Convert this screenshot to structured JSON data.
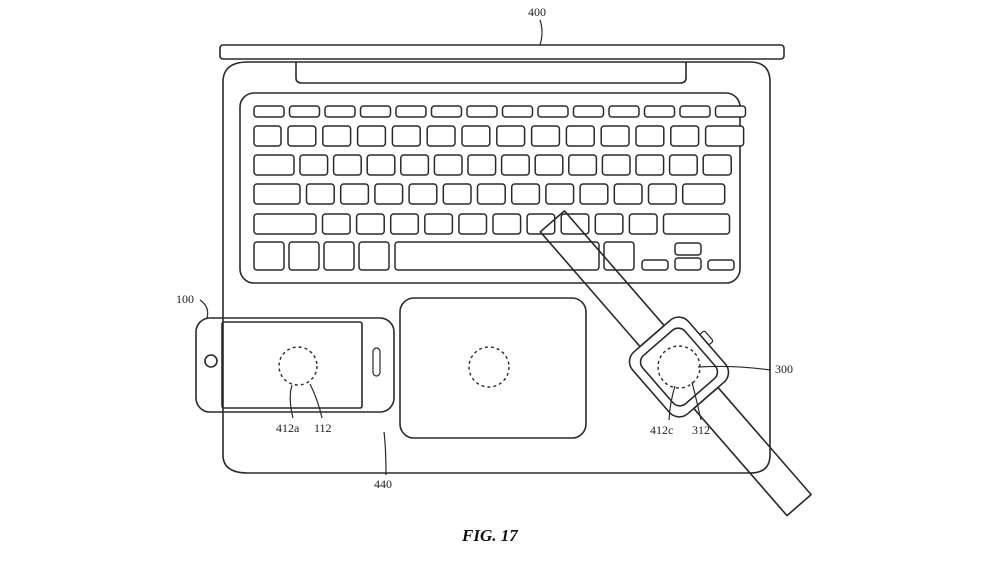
{
  "labels": {
    "laptop": "400",
    "phone": "100",
    "watch": "300",
    "phone_coil": "412a",
    "phone_screen": "112",
    "surface": "440",
    "watch_coil": "412c",
    "watch_face": "312"
  },
  "caption": "FIG. 17"
}
